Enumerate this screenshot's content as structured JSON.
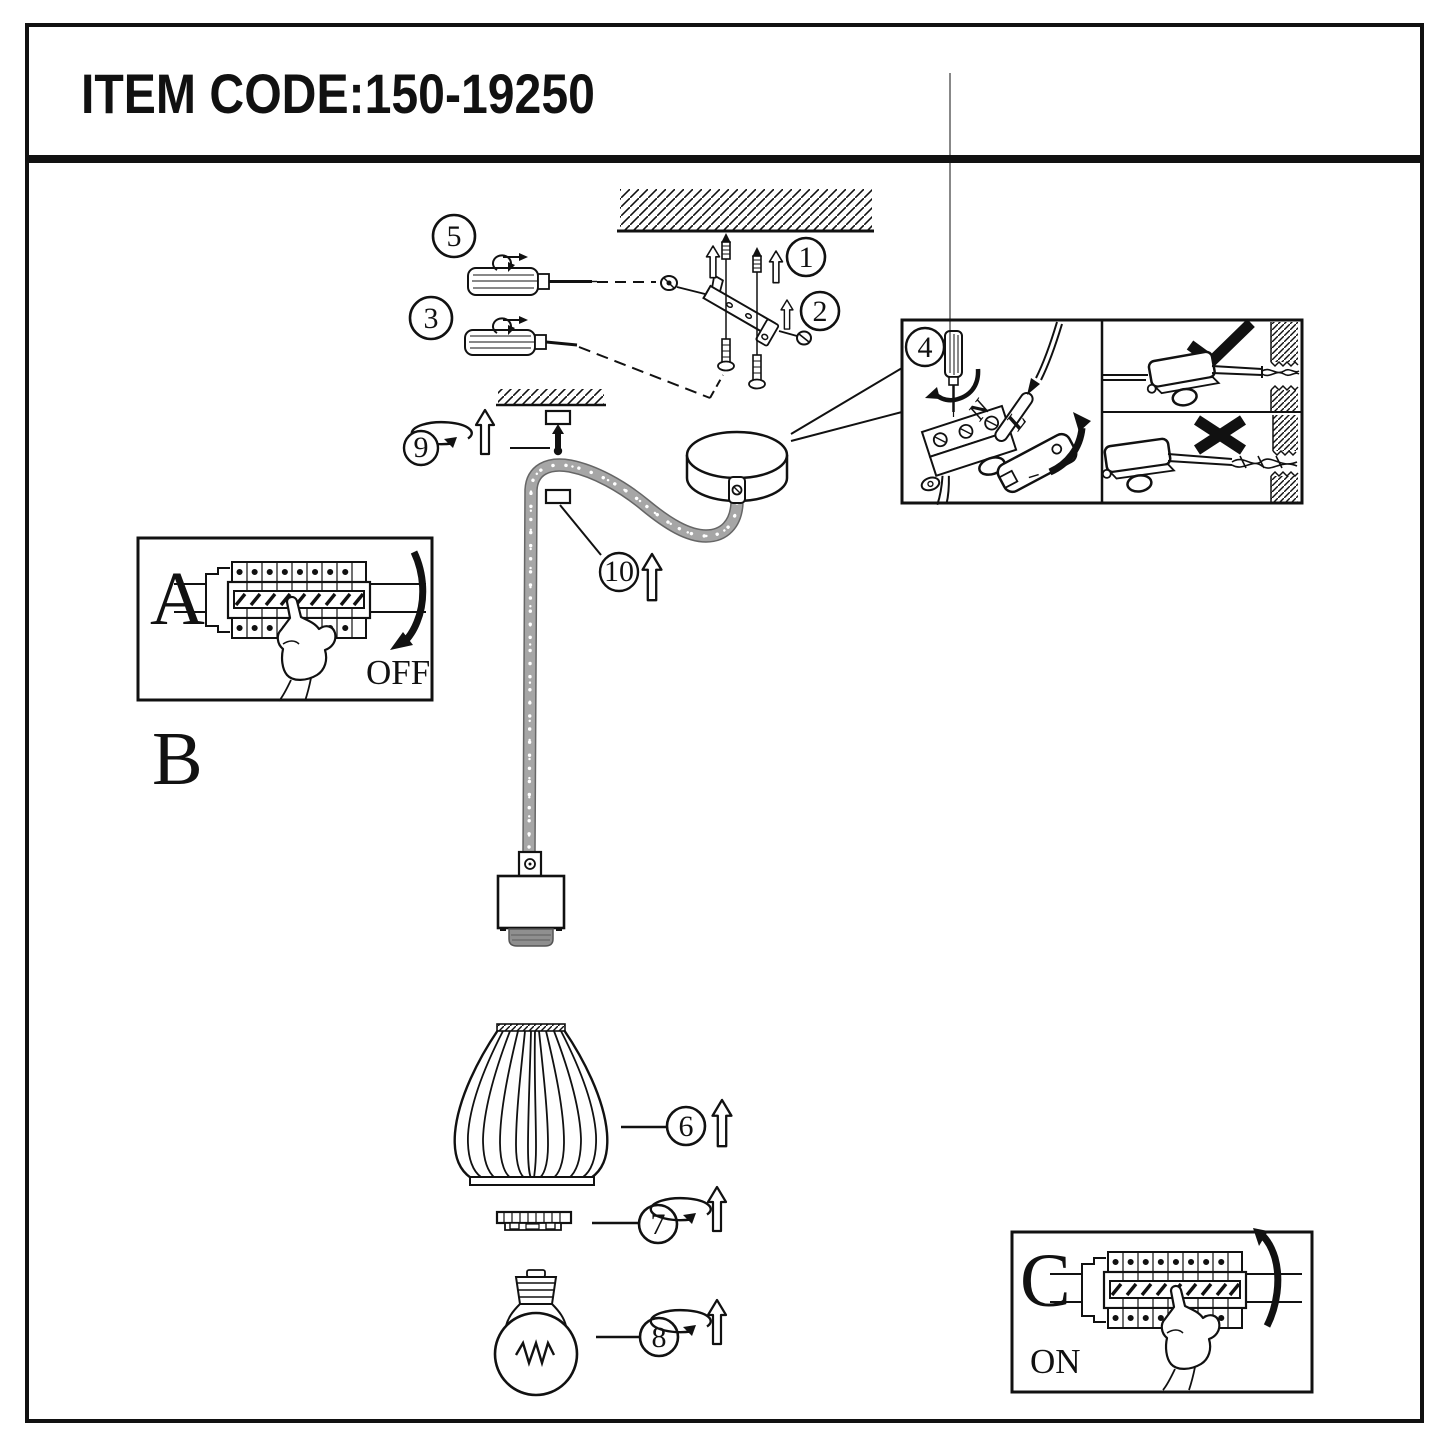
{
  "header": {
    "item_code": "ITEM CODE:150-19250"
  },
  "steps": {
    "s1": "1",
    "s2": "2",
    "s3": "3",
    "s4": "4",
    "s5": "5",
    "s6": "6",
    "s7": "7",
    "s8": "8",
    "s9": "9",
    "s10": "10"
  },
  "sections": {
    "a": "A",
    "b": "B",
    "c": "C"
  },
  "labels": {
    "off": "OFF",
    "on": "ON",
    "neutral": "N",
    "live": "L"
  },
  "colors": {
    "ink": "#111111",
    "cord_gray": "#a6a6a6",
    "socket_gray": "#8f8f8f"
  }
}
